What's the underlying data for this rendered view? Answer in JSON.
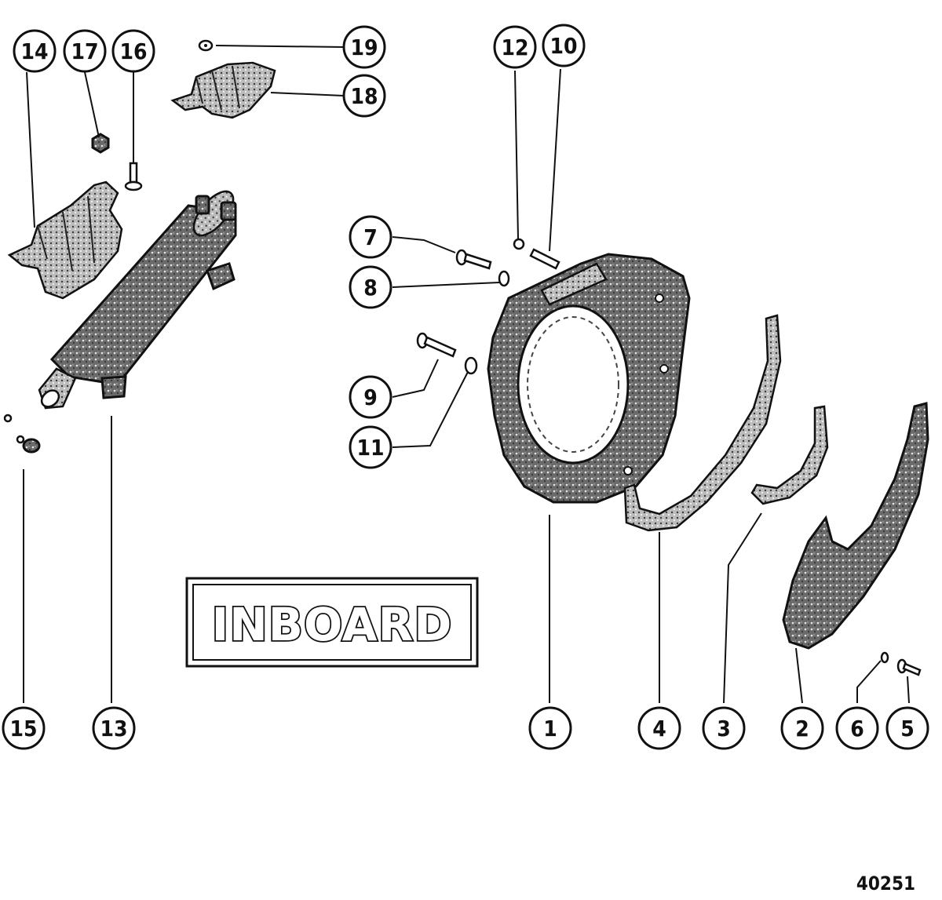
{
  "callouts": [
    {
      "id": "1",
      "label": "1"
    },
    {
      "id": "2",
      "label": "2"
    },
    {
      "id": "3",
      "label": "3"
    },
    {
      "id": "4",
      "label": "4"
    },
    {
      "id": "5",
      "label": "5"
    },
    {
      "id": "6",
      "label": "6"
    },
    {
      "id": "7",
      "label": "7"
    },
    {
      "id": "8",
      "label": "8"
    },
    {
      "id": "9",
      "label": "9"
    },
    {
      "id": "10",
      "label": "10"
    },
    {
      "id": "11",
      "label": "11"
    },
    {
      "id": "12",
      "label": "12"
    },
    {
      "id": "13",
      "label": "13"
    },
    {
      "id": "14",
      "label": "14"
    },
    {
      "id": "15",
      "label": "15"
    },
    {
      "id": "16",
      "label": "16"
    },
    {
      "id": "17",
      "label": "17"
    },
    {
      "id": "18",
      "label": "18"
    },
    {
      "id": "19",
      "label": "19"
    }
  ],
  "inboard_label": "INBOARD",
  "figure_number": "40251"
}
